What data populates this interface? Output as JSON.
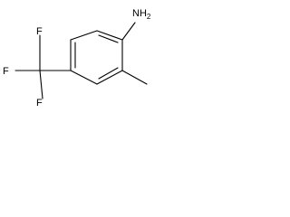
{
  "molecule": {
    "labels": {
      "amine_n": "NH",
      "amine_h_count": "2",
      "fluorine_1": "F",
      "fluorine_2": "F",
      "fluorine_3": "F"
    }
  }
}
